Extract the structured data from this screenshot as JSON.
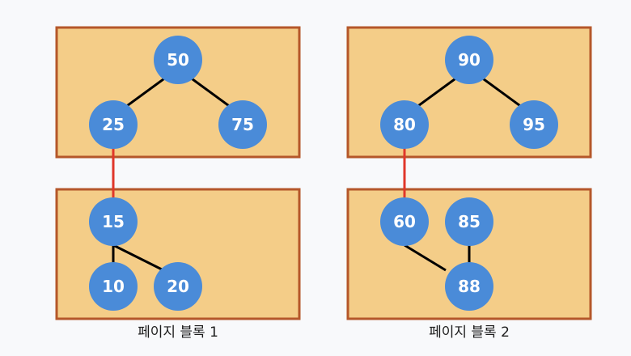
{
  "colors": {
    "page_fill": "#f4cd88",
    "page_border": "#b5572a",
    "node_fill": "#4a8bd8",
    "node_text": "#ffffff",
    "tree_edge": "#000000",
    "cross_page_edge": "#e0362a"
  },
  "blocks": [
    {
      "caption": "페이지 블록 1",
      "top_nodes": [
        "50",
        "25",
        "75"
      ],
      "bottom_nodes": [
        "15",
        "10",
        "20"
      ]
    },
    {
      "caption": "페이지 블록 2",
      "top_nodes": [
        "90",
        "80",
        "95"
      ],
      "bottom_nodes": [
        "60",
        "85",
        "88"
      ]
    }
  ],
  "edges": [
    {
      "from": "50",
      "to": "25",
      "kind": "tree"
    },
    {
      "from": "50",
      "to": "75",
      "kind": "tree"
    },
    {
      "from": "25",
      "to": "15",
      "kind": "cross-page"
    },
    {
      "from": "15",
      "to": "10",
      "kind": "tree"
    },
    {
      "from": "15",
      "to": "20",
      "kind": "tree"
    },
    {
      "from": "90",
      "to": "80",
      "kind": "tree"
    },
    {
      "from": "90",
      "to": "95",
      "kind": "tree"
    },
    {
      "from": "80",
      "to": "60",
      "kind": "cross-page"
    },
    {
      "from": "60",
      "to": "88",
      "kind": "tree"
    },
    {
      "from": "85",
      "to": "88",
      "kind": "tree"
    }
  ]
}
